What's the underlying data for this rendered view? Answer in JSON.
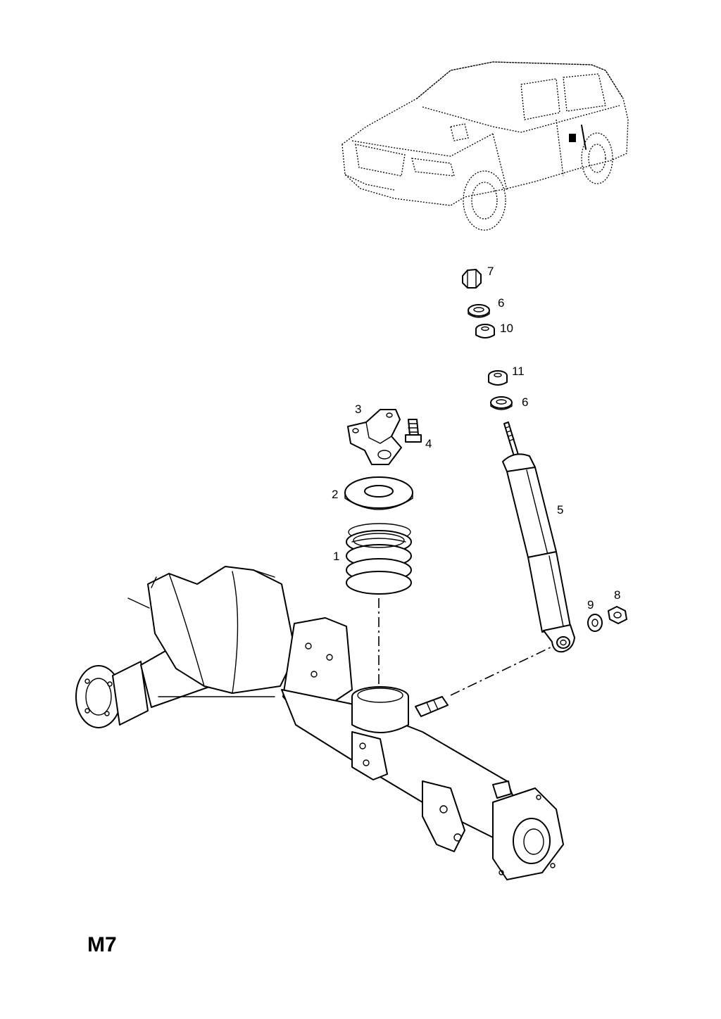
{
  "page_code": "M7",
  "callouts": [
    {
      "id": "1",
      "label": "1"
    },
    {
      "id": "2",
      "label": "2"
    },
    {
      "id": "3",
      "label": "3"
    },
    {
      "id": "4",
      "label": "4"
    },
    {
      "id": "5",
      "label": "5"
    },
    {
      "id": "6a",
      "label": "6"
    },
    {
      "id": "6b",
      "label": "6"
    },
    {
      "id": "7",
      "label": "7"
    },
    {
      "id": "8",
      "label": "8"
    },
    {
      "id": "9",
      "label": "9"
    },
    {
      "id": "10",
      "label": "10"
    },
    {
      "id": "11",
      "label": "11"
    }
  ]
}
